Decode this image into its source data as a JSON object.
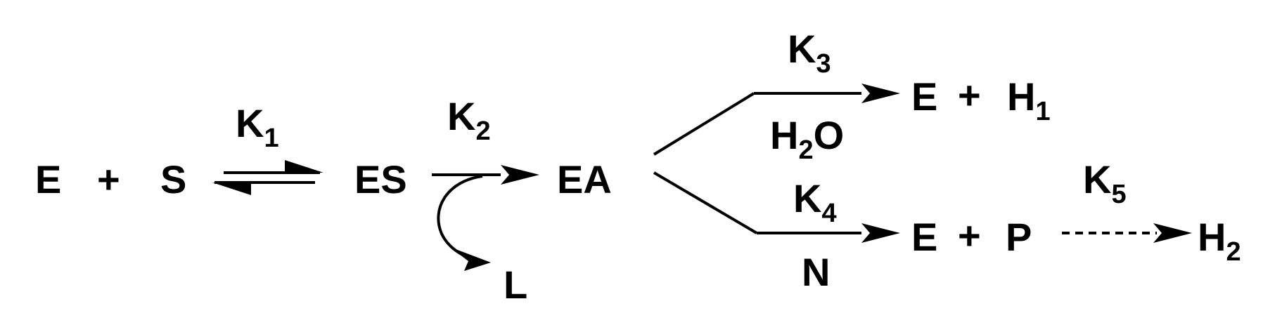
{
  "species": {
    "E": "E",
    "plus": "+",
    "S": "S",
    "ES": "ES",
    "EA": "EA",
    "L": "L",
    "E_top": "E",
    "plus_top": "+",
    "H1_base": "H",
    "H1_sub": "1",
    "E_bottom": "E",
    "plus_bottom": "+",
    "P": "P",
    "H2_base": "H",
    "H2_sub": "2"
  },
  "rate_constants": {
    "K1_base": "K",
    "K1_sub": "1",
    "K2_base": "K",
    "K2_sub": "2",
    "K3_base": "K",
    "K3_sub": "3",
    "K4_base": "K",
    "K4_sub": "4",
    "K5_base": "K",
    "K5_sub": "5"
  },
  "conditions": {
    "water_H": "H",
    "water_sub": "2",
    "water_O": "O",
    "N": "N"
  },
  "colors": {
    "ink": "#000000",
    "background": "#ffffff"
  }
}
